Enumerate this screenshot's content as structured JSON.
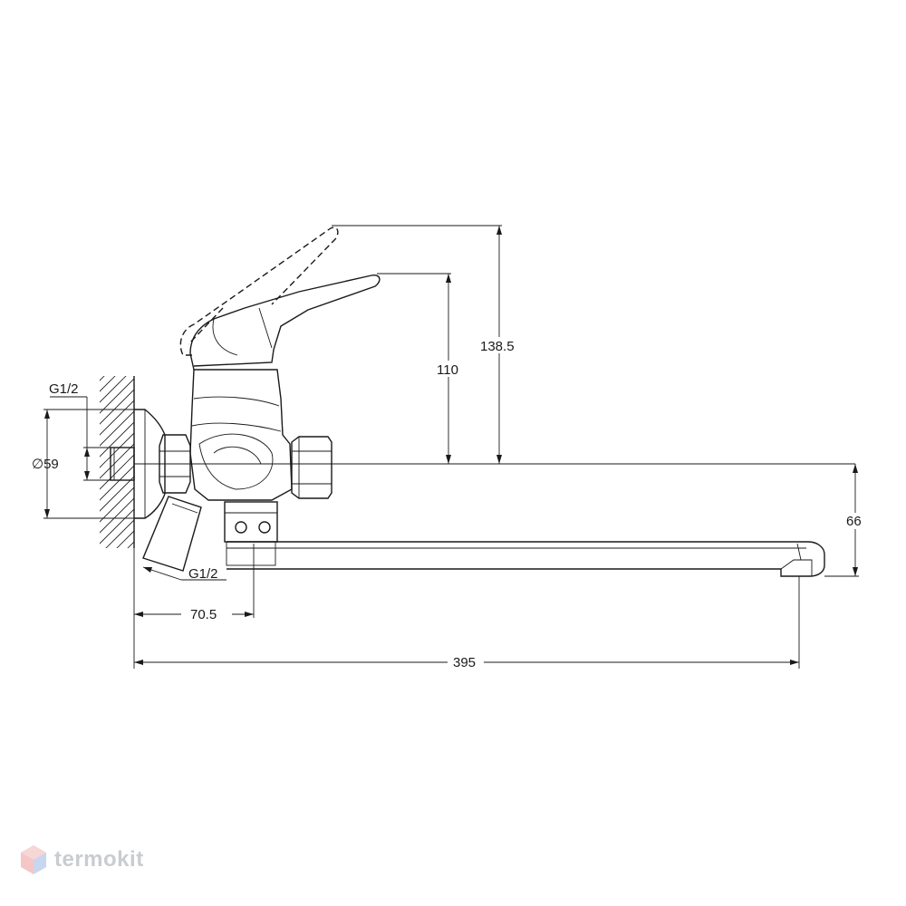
{
  "dimensions": {
    "thread_top": "G1/2",
    "diameter": "∅59",
    "thread_bottom": "G1/2",
    "offset_wall": "70.5",
    "total_length": "395",
    "height_handle": "110",
    "height_handle_raised": "138.5",
    "spout_drop": "66"
  },
  "watermark": {
    "text": "termokit",
    "icon": "hexagon-logo-icon",
    "color": "#c9ccd0"
  }
}
